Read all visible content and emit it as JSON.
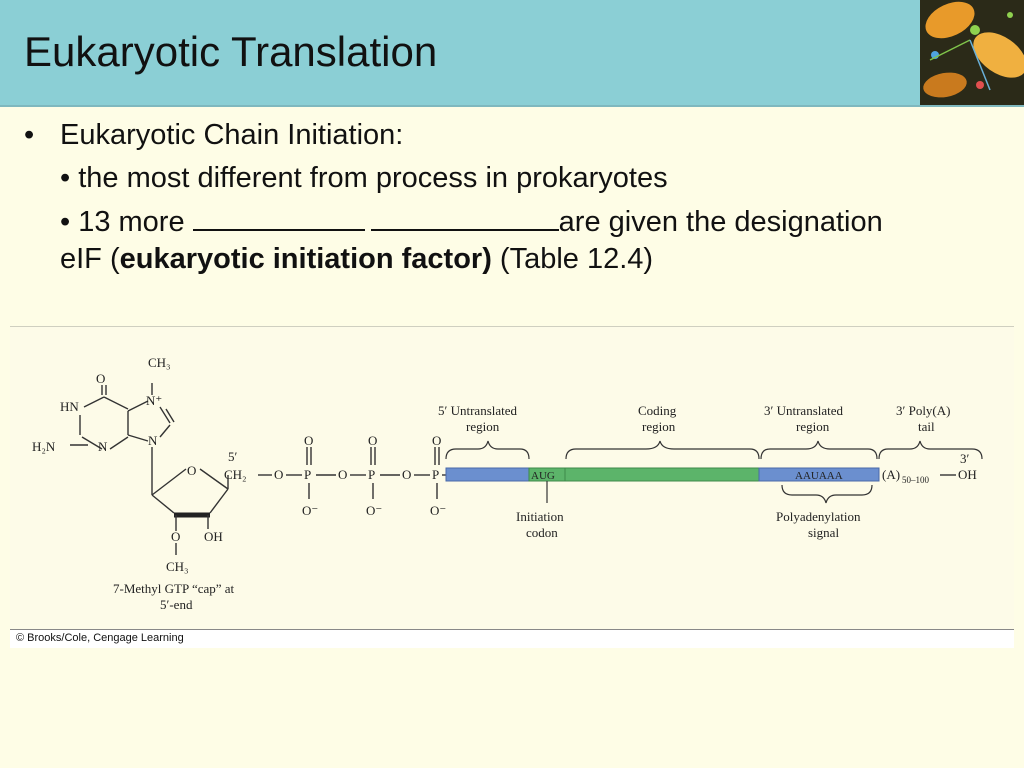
{
  "slide": {
    "title": "Eukaryotic Translation",
    "bullet_main": "Eukaryotic Chain Initiation:",
    "sub1": "• the most different from process in prokaryotes",
    "sub2_prefix": "• 13 more",
    "sub2_suffix": "are given the designation",
    "sub2_line2_start": "eIF (",
    "sub2_bold": "eukaryotic initiation factor)",
    "sub2_line2_end": " (Table 12.4)"
  },
  "figure": {
    "ch3_top": "CH₃",
    "n_plus": "N⁺",
    "o_top": "O",
    "hn": "HN",
    "h2n": "H₂N",
    "n_ring": "N",
    "n_ring2": "N",
    "o_ring": "O",
    "five_prime": "5′",
    "ch2": "CH₂",
    "o_link1": "O",
    "o_link2": "O",
    "o_link3": "O",
    "p1": "P",
    "p2": "P",
    "p3": "P",
    "o_up1": "O",
    "o_up2": "O",
    "o_up3": "O",
    "o_minus1": "O⁻",
    "o_minus2": "O⁻",
    "o_minus3": "O⁻",
    "oh_sugar": "OH",
    "o_sugar": "O",
    "ch3_sugar": "CH₃",
    "cap_label_1": "7-Methyl GTP “cap” at",
    "cap_label_2": "5′-end",
    "region_5utr_1": "5′ Untranslated",
    "region_5utr_2": "region",
    "region_coding_1": "Coding",
    "region_coding_2": "region",
    "region_3utr_1": "3′ Untranslated",
    "region_3utr_2": "region",
    "region_poly_1": "3′ Poly(A)",
    "region_poly_2": "tail",
    "three_prime": "3′",
    "aug": "AUG",
    "aauaaa": "AAUAAA",
    "polyA_a": "(A)",
    "polyA_sub": "50–100",
    "oh_end": "OH",
    "init_codon_1": "Initiation",
    "init_codon_2": "codon",
    "poly_signal_1": "Polyadenylation",
    "poly_signal_2": "signal",
    "credit": "© Brooks/Cole, Cengage Learning",
    "colors": {
      "utr_blue": "#6b8fcf",
      "coding_green": "#5cb46a",
      "header_teal": "#8bcfd5",
      "background": "#fefde6"
    }
  }
}
